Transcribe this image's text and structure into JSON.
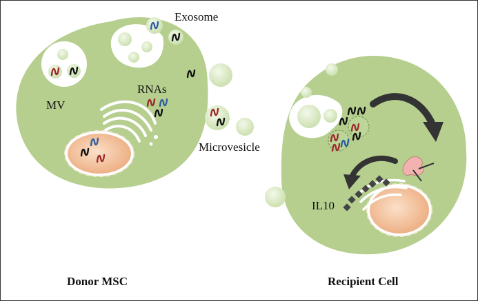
{
  "labels": {
    "exosome": "Exosome",
    "mv": "MV",
    "rnas": "RNAs",
    "microvesicle": "Microvesicle",
    "il10": "IL10"
  },
  "captions": {
    "donor": "Donor MSC",
    "recipient": "Recipient Cell"
  },
  "colors": {
    "cell_fill": "#b6cf8f",
    "vesicle_fill": "#dcecc8",
    "nucleus_fill": "#f4c8a4",
    "rna_red": "#9b2a2a",
    "rna_blue": "#2f5fa0",
    "rna_black": "#111111",
    "arrow": "#333333",
    "protein": "#f2b3b0"
  }
}
